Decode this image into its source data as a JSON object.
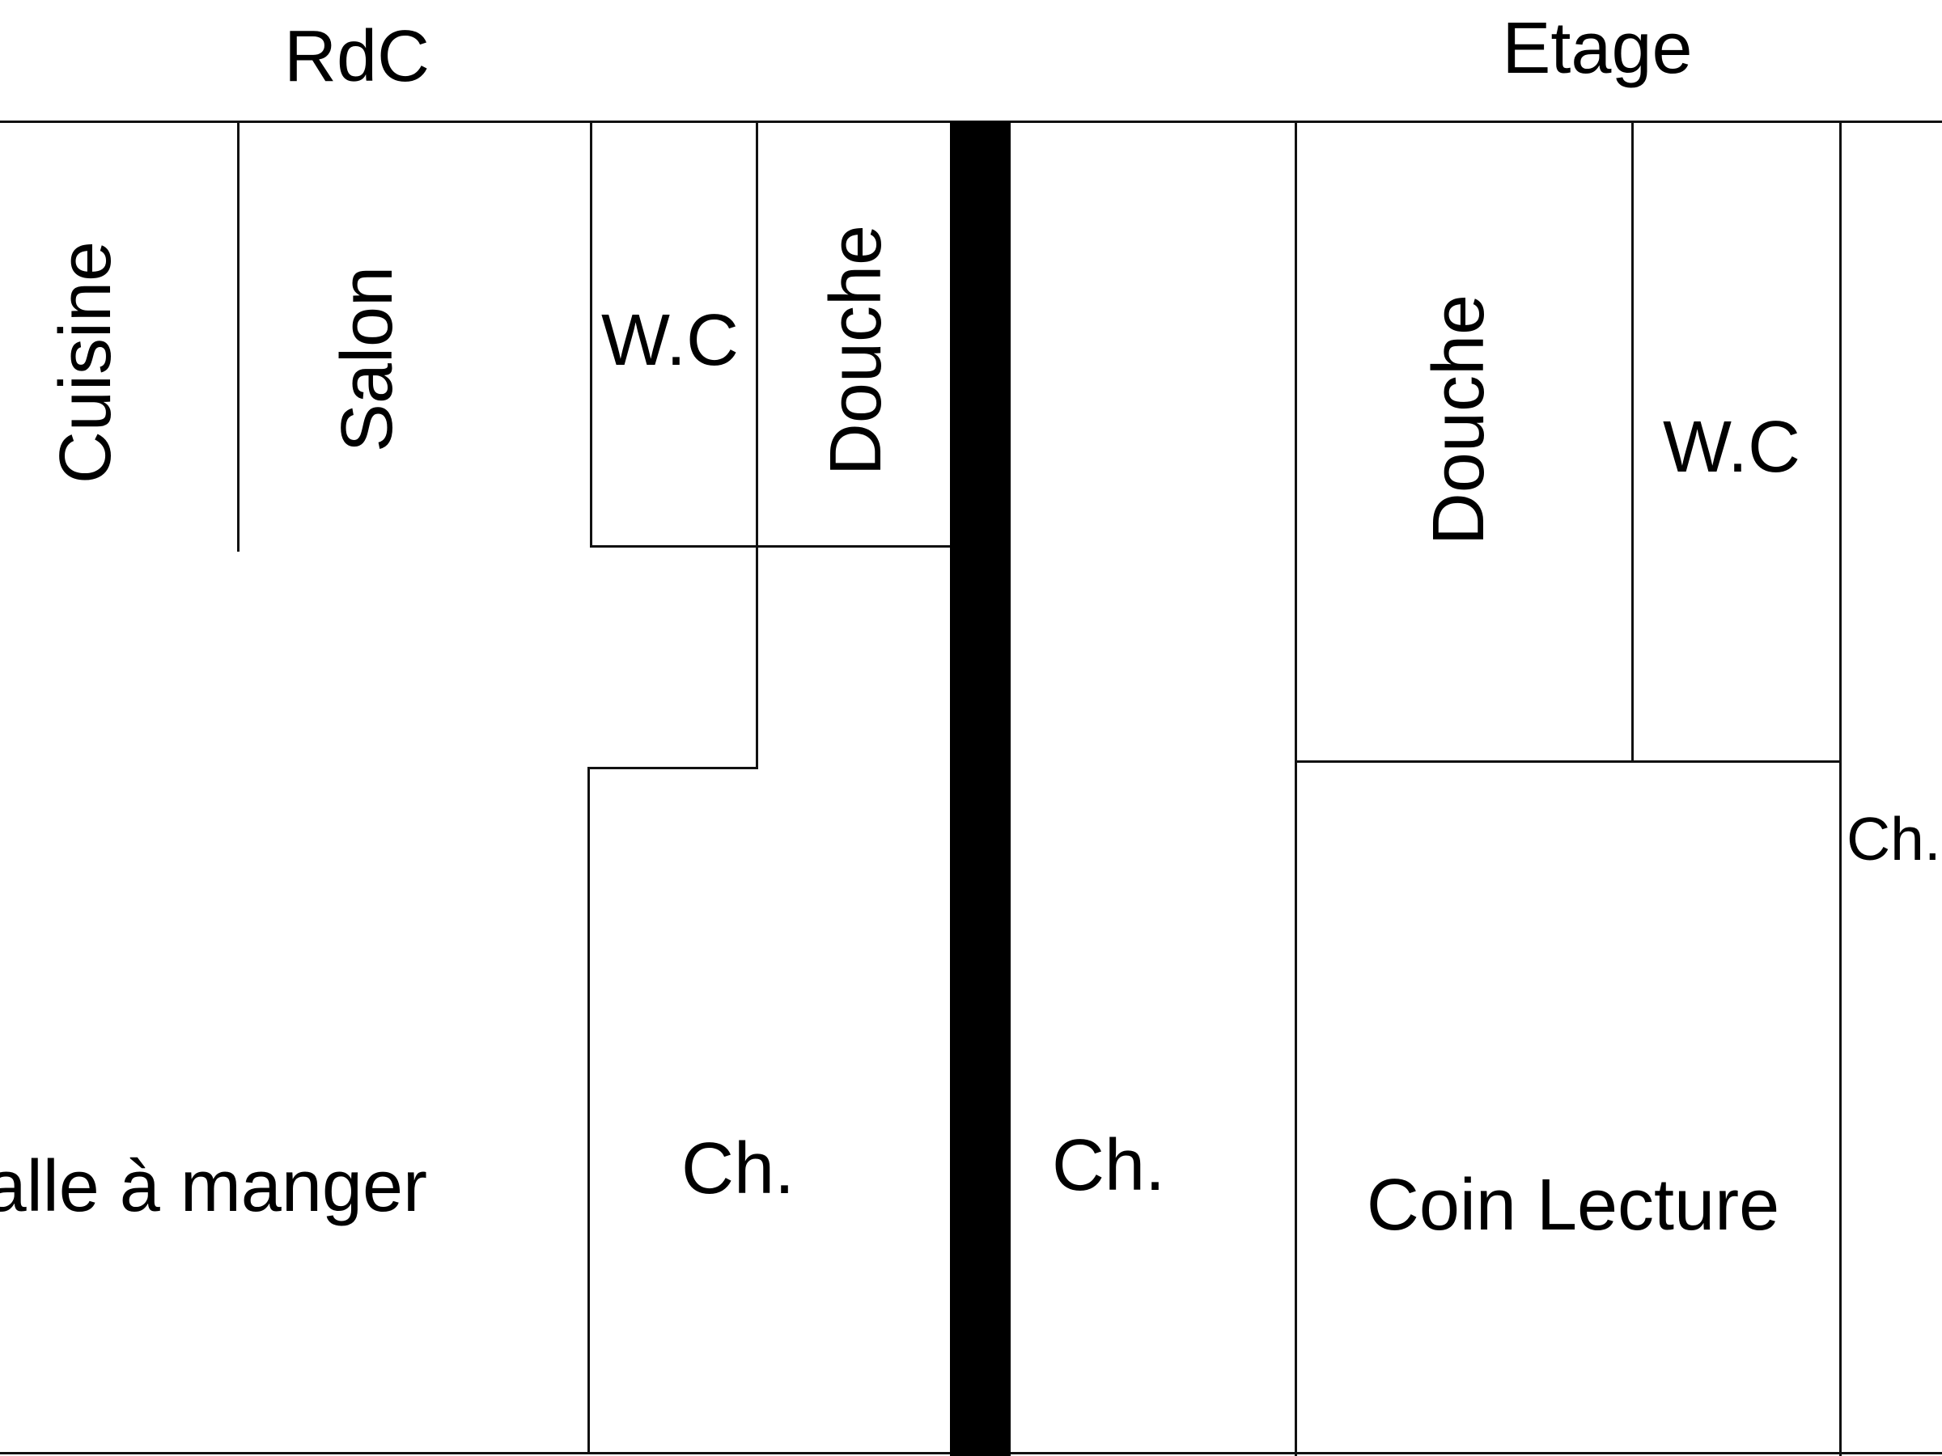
{
  "headers": {
    "ground_floor": "RdC",
    "upper_floor": "Etage"
  },
  "ground_floor_rooms": {
    "kitchen": "Cuisine",
    "living_room": "Salon",
    "wc": "W.C",
    "shower": "Douche",
    "dining_room": "Salle à manger",
    "bedroom": "Ch."
  },
  "upper_floor_rooms": {
    "bedroom_left": "Ch.",
    "shower": "Douche",
    "wc": "W.C",
    "reading_corner": "Coin Lecture",
    "bedroom_right": "Ch."
  },
  "colors": {
    "lines": "#111111",
    "background": "#ffffff"
  }
}
